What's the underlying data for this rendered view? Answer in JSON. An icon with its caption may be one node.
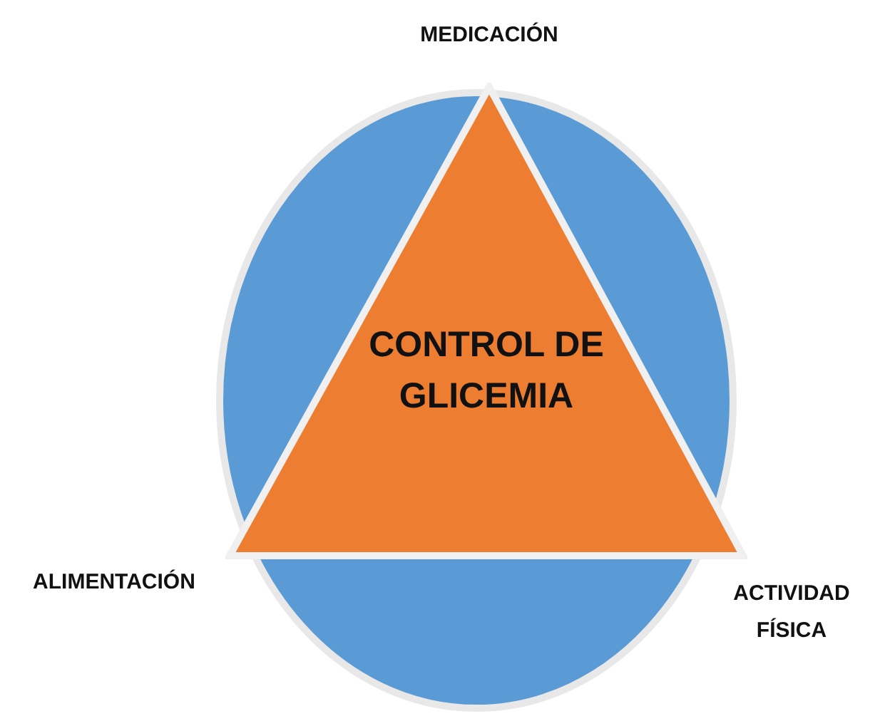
{
  "diagram": {
    "nodes": [
      {
        "text": [
          "CONTROL DE GLICEMIA"
        ]
      }
    ],
    "edges": [],
    "labels": [
      "MEDICACIÓN",
      "ALIMENTACIÓN",
      "ACTIVIDAD FÍSICA"
    ]
  }
}
